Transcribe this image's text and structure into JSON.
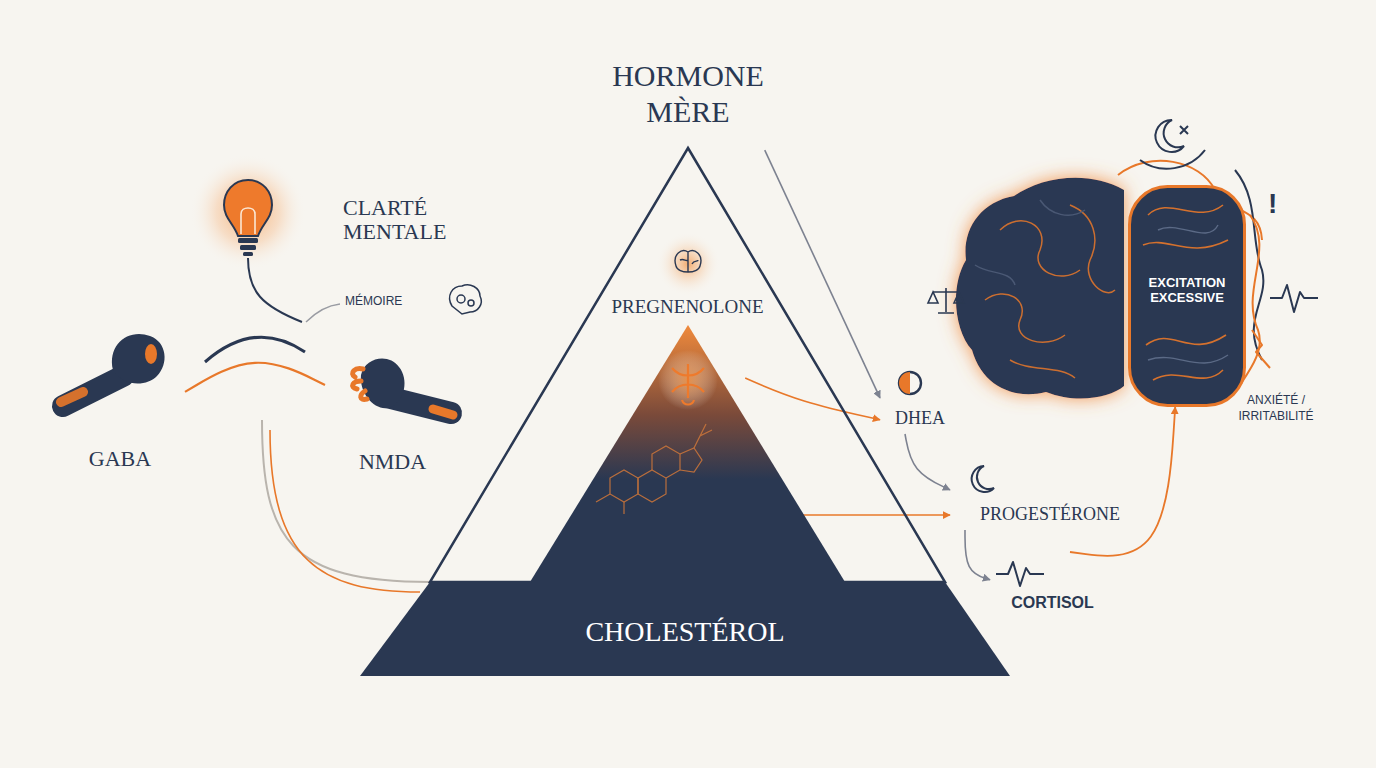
{
  "diagram": {
    "title": "HORMONE MÈRE",
    "nodes": [
      {
        "text": [
          "PREGNENOLONE"
        ]
      },
      {
        "text": [
          "CHOLESTÉROL"
        ]
      },
      {
        "text": [
          "GABA"
        ]
      },
      {
        "text": [
          "NMDA"
        ]
      },
      {
        "text": [
          "DHEA"
        ]
      },
      {
        "text": [
          "PROGESTÉRONE"
        ]
      },
      {
        "text": [
          "CORTISOL"
        ]
      },
      {
        "text": [
          "EXCITATION EXCESSIVE"
        ]
      }
    ],
    "edges": [
      {
        "from": 0,
        "to": 4,
        "arrow": "to"
      },
      {
        "from": 0,
        "to": 4,
        "arrow": "to"
      },
      {
        "from": 0,
        "to": 5,
        "arrow": "to"
      },
      {
        "from": 4,
        "to": 5,
        "arrow": "to"
      },
      {
        "from": 5,
        "to": 6,
        "arrow": "to"
      },
      {
        "from": 6,
        "to": 7,
        "arrow": "to"
      },
      {
        "from": 2,
        "to": 3,
        "arrow": "none"
      },
      {
        "from": 0,
        "to": 1,
        "arrow": "to"
      }
    ],
    "labels": [
      "CLARTÉ MENTALE",
      "MÉMOIRE",
      "ANXIÉTÉ / IRRITABILITÉ",
      "!"
    ]
  }
}
